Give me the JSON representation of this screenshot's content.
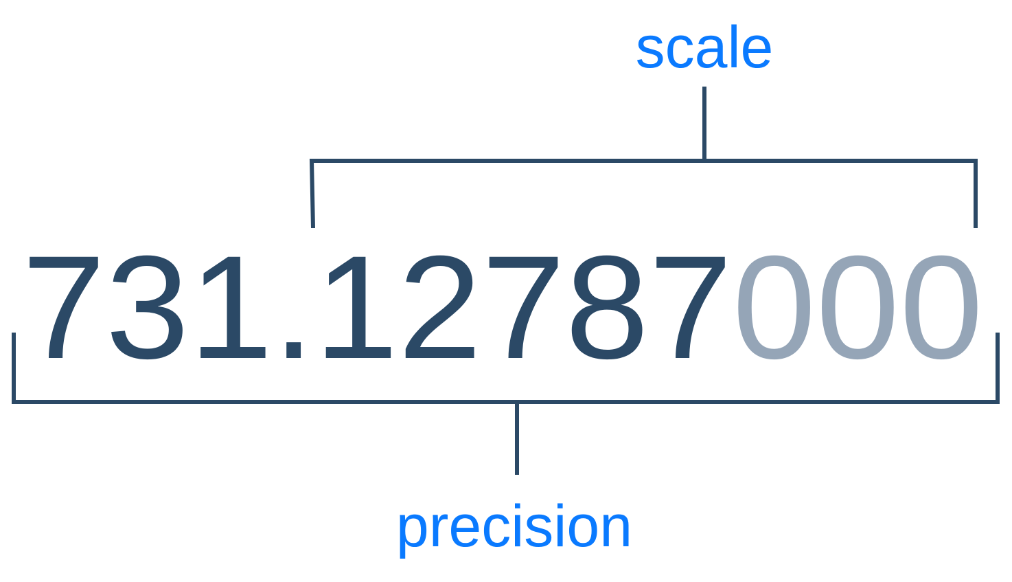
{
  "labels": {
    "scale": "scale",
    "precision": "precision"
  },
  "number": {
    "significant": "731.12787",
    "trailing_zeros": "000"
  },
  "colors": {
    "label": "#0a7aff",
    "significant_digits": "#2b4966",
    "trailing_zeros": "#95a5b7",
    "bracket": "#2b4966"
  }
}
